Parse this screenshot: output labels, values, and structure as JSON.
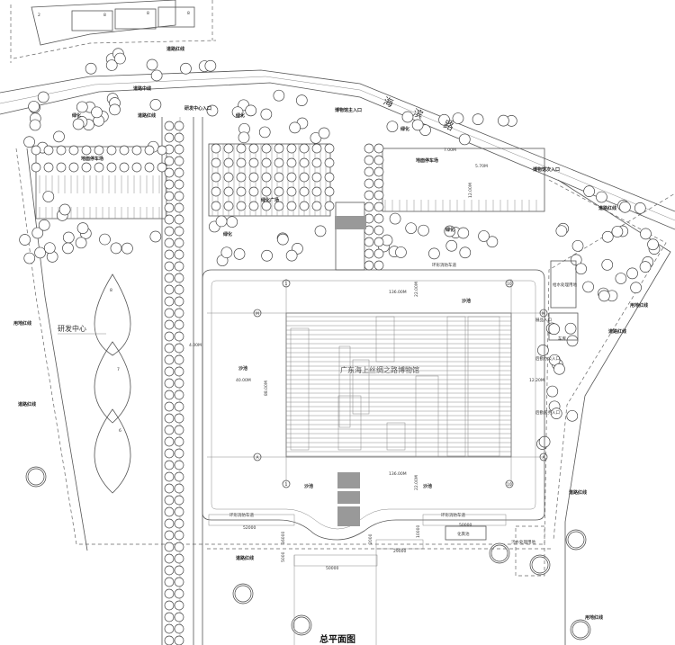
{
  "drawing": {
    "title": "总平面图",
    "road_name_chars": [
      "海",
      "滨",
      "路"
    ],
    "museum_name": "广东海上丝绸之路博物馆",
    "rd_center": "研发中心",
    "rd_building_numbers": [
      "8",
      "7",
      "6"
    ],
    "top_building_numbers": [
      "2",
      "8",
      "8",
      "8"
    ],
    "labels": {
      "green": "绿化",
      "green_plaza": "绿化广场",
      "parking": "地面停车场",
      "sand": "沙池",
      "fire_lane": "环形消防车道",
      "road_red_line": "道路红线",
      "site_red_line": "用地红线",
      "road_center_line": "道路中线",
      "rd_entrance": "研发中心入口",
      "museum_main_entrance": "博物馆主入口",
      "museum_side_entrance": "博物馆次入口",
      "septic_tank": "化粪池",
      "sewage_land": "污水处理用地",
      "water_supply_land": "给水处理用地",
      "garage": "车库",
      "exhibit_entrance": "展品入口",
      "staff_entrance": "后勤办公入口",
      "service_entrance": "后勤服务入口"
    },
    "dimensions": {
      "length_top": "136.00M",
      "length_bottom": "136.00M",
      "width_left": "40.00M",
      "depth": "88.00M",
      "setback_right": "12.20M",
      "setback_top": "22.00M",
      "setback_bottom": "22.00M",
      "lane_left": "4.00M",
      "pk1": "7.00M",
      "pk2": "5.70M",
      "pk3": "12.00M",
      "d52000": "52000",
      "d50000a": "50000",
      "d50000b": "50000",
      "d29000": "29000",
      "d16000": "16000",
      "d10000": "10000",
      "d5000": "5000",
      "d2000": "2000"
    },
    "axes": {
      "one": "1",
      "ten": "10",
      "m": "M",
      "a": "A"
    }
  }
}
